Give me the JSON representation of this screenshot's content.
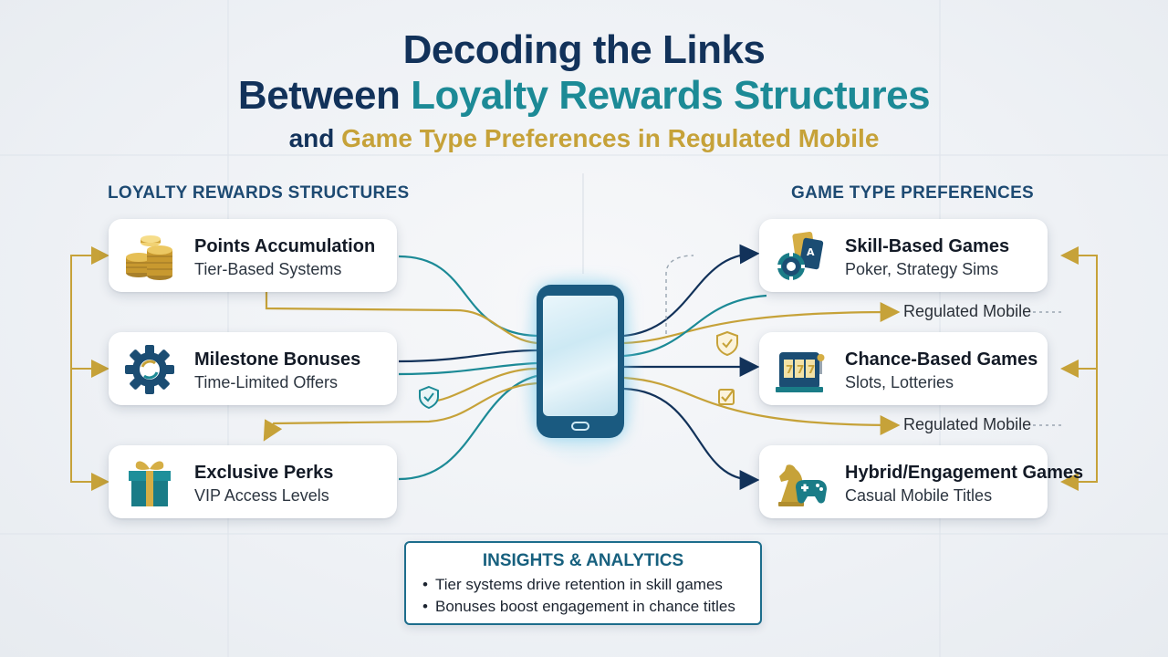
{
  "title": {
    "line1": "Decoding the Links",
    "line2_a": "Between ",
    "line2_b": "Loyalty Rewards Structures",
    "line3_a": "and ",
    "line3_b": "Game Type Preferences in Regulated Mobile"
  },
  "left_section": {
    "label": "LOYALTY REWARDS STRUCTURES",
    "cards": [
      {
        "title": "Points Accumulation",
        "subtitle": "Tier-Based Systems",
        "icon": "coins-icon"
      },
      {
        "title": "Milestone Bonuses",
        "subtitle": "Time-Limited Offers",
        "icon": "gear-icon"
      },
      {
        "title": "Exclusive Perks",
        "subtitle": "VIP Access Levels",
        "icon": "gift-icon"
      }
    ]
  },
  "right_section": {
    "label": "GAME TYPE PREFERENCES",
    "cards": [
      {
        "title": "Skill-Based Games",
        "subtitle": "Poker, Strategy Sims",
        "icon": "poker-cards-icon"
      },
      {
        "title": "Chance-Based Games",
        "subtitle": "Slots, Lotteries",
        "icon": "slot-machine-icon"
      },
      {
        "title": "Hybrid/Engagement Games",
        "subtitle": "Casual Mobile Titles",
        "icon": "chess-knight-gamepad-icon"
      }
    ]
  },
  "connectors": {
    "label_1": "Regulated Mobile",
    "label_2": "Regulated Mobile"
  },
  "insights": {
    "heading": "INSIGHTS & ANALYTICS",
    "bullets": [
      "Tier systems drive retention in skill games",
      "Bonuses boost engagement in chance titles"
    ],
    "bullet_glyph": "•"
  },
  "colors": {
    "navy": "#12325a",
    "teal": "#1c8a96",
    "gold": "#c6a239"
  }
}
